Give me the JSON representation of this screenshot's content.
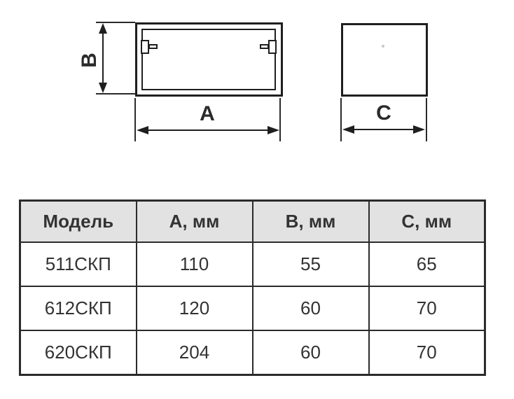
{
  "diagram": {
    "front_view": {
      "dim_width_label": "A",
      "dim_height_label": "B"
    },
    "side_view": {
      "dim_depth_label": "C"
    }
  },
  "table": {
    "headers": [
      "Модель",
      "А, мм",
      "В, мм",
      "С, мм"
    ],
    "rows": [
      [
        "511СКП",
        "110",
        "55",
        "65"
      ],
      [
        "612СКП",
        "120",
        "60",
        "70"
      ],
      [
        "620СКП",
        "204",
        "60",
        "70"
      ]
    ]
  },
  "colors": {
    "line": "#1f1f1f",
    "table_border": "#2b2b2b",
    "header_background": "#e2e2e2",
    "text": "#333333",
    "page_background": "#ffffff"
  }
}
